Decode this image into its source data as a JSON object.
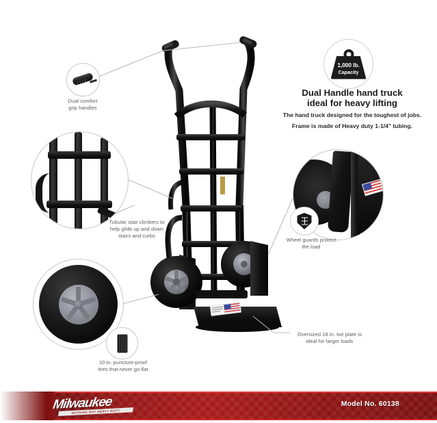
{
  "product": {
    "headline_line1": "Dual Handle hand truck",
    "headline_line2": "ideal for heavy lifting",
    "subline1": "The hand truck designed for the toughest of jobs.",
    "subline2": "Frame is made of Heavy duty 1-1/4\" tubing."
  },
  "capacity_badge": {
    "icon": "weight-icon",
    "value": "1,000 lb.",
    "label": "Capacity"
  },
  "callouts": [
    {
      "id": "grip",
      "icon": "grip-handle-icon",
      "line1": "Dual comfort",
      "line2": "grip handles",
      "line3": ""
    },
    {
      "id": "stair-climbers",
      "icon": "tubular-frame-icon",
      "line1": "Tubular stair climbers to",
      "line2": "help glide up and down",
      "line3": "stairs and curbs"
    },
    {
      "id": "tires",
      "icon": "tire-icon",
      "line1": "10 in. puncture-proof",
      "line2": "tires that never go flat",
      "line3": ""
    },
    {
      "id": "wheel-guards",
      "icon": "shield-icon",
      "line1": "Wheel guards protect",
      "line2": "the load",
      "line3": ""
    },
    {
      "id": "toe-plate",
      "icon": "toe-plate-icon",
      "line1": "Oversized 18 in.  toe plate is",
      "line2": "ideal for larger loads",
      "line3": ""
    }
  ],
  "footer": {
    "brand": "Milwaukee",
    "brand_tagline": "NOTHING BUT HEAVY DUTY",
    "model_label": "Model No. 60138"
  },
  "colors": {
    "brand_red": "#a81b1b",
    "brand_red_dark": "#6d0f0f",
    "accent_red": "#e03a3a",
    "body_black": "#141414",
    "hub_gray": "#8d9098",
    "caption_gray": "#5a5a5a"
  }
}
